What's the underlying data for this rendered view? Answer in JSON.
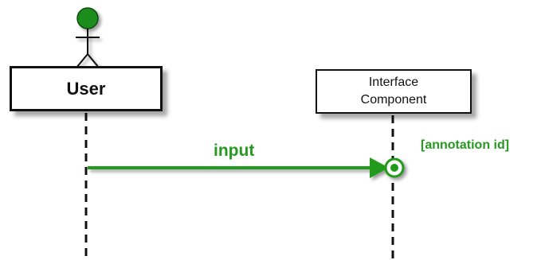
{
  "diagram": {
    "lifelines": [
      {
        "label": "User",
        "actor": true
      },
      {
        "label_lines": [
          "Interface",
          "Component"
        ],
        "actor": false
      }
    ],
    "message": {
      "label": "input",
      "annotation": "[annotation id]"
    },
    "colors": {
      "message": "#249a1e",
      "actor_head": "#1e8c1e",
      "outline": "#111111"
    }
  }
}
